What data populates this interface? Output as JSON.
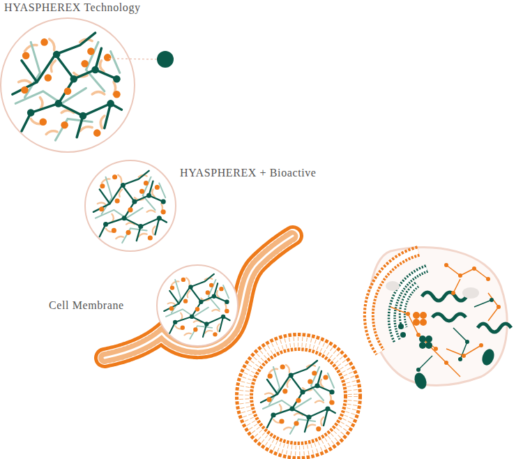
{
  "diagram": {
    "labels": [
      "HYASPHEREX Technology",
      "HYASPHEREX + Bioactive",
      "Cell Membrane"
    ]
  }
}
